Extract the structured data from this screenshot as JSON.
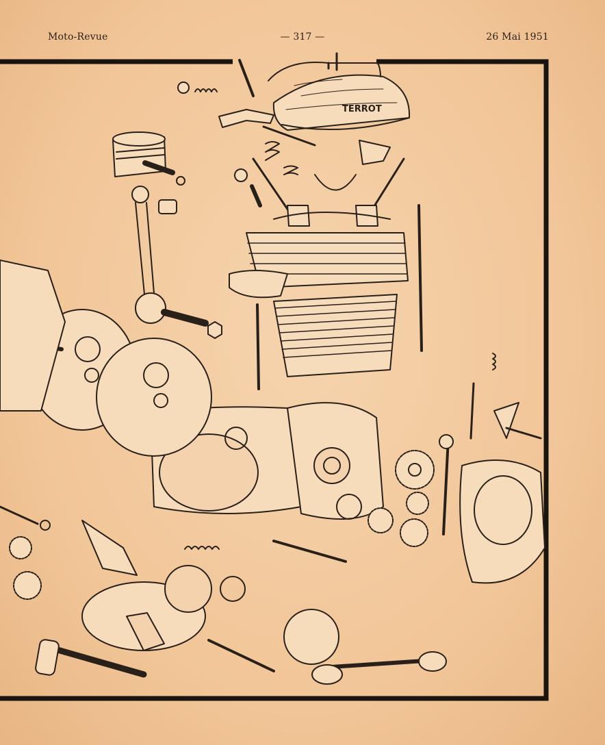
{
  "header": {
    "publication": "Moto-Revue",
    "page_number": "— 317 —",
    "date": "26 Mai 1951"
  },
  "illustration": {
    "brand_mark": "TERROT"
  },
  "colors": {
    "paper": "#f2c79a",
    "ink": "#2a201a"
  }
}
